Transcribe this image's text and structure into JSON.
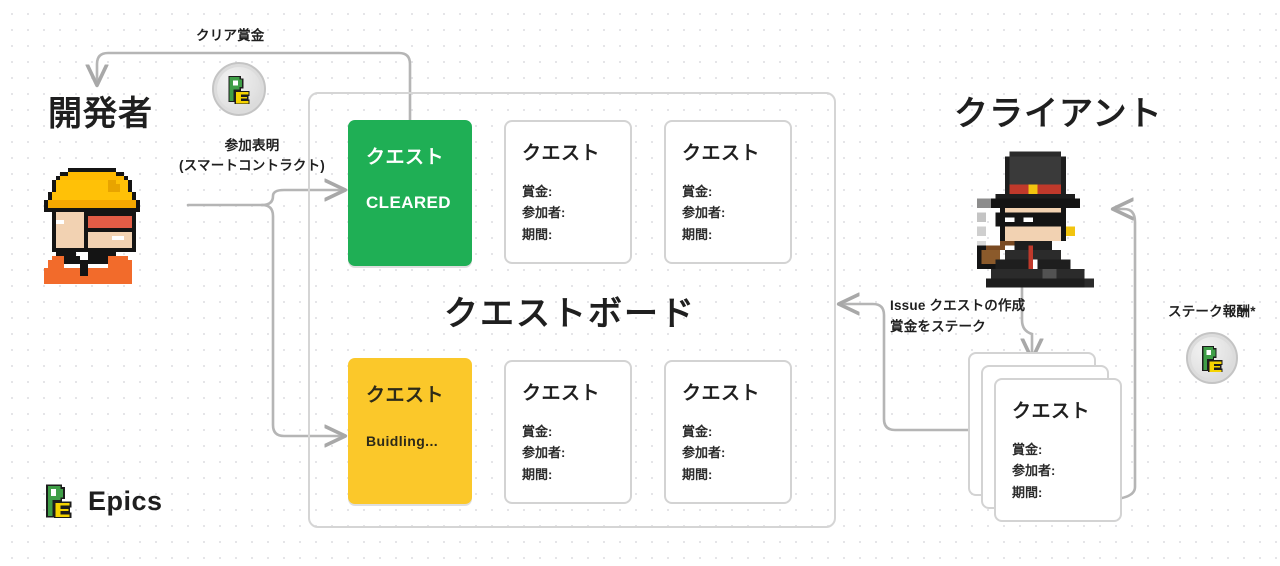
{
  "diagram": {
    "title": "Epics Quest Board Flow",
    "roles": {
      "developer": "開発者",
      "client": "クライアント"
    },
    "board": {
      "title": "クエストボード",
      "status_cards": [
        {
          "title": "クエスト",
          "state": "CLEARED",
          "color": "#1faf55",
          "name": "cleared"
        },
        {
          "title": "クエスト",
          "state": "Buidling...",
          "color": "#fbc82a",
          "name": "building"
        }
      ],
      "cards": [
        {
          "title": "クエスト",
          "fields": [
            "賞金:",
            "参加者:",
            "期間:"
          ]
        },
        {
          "title": "クエスト",
          "fields": [
            "賞金:",
            "参加者:",
            "期間:"
          ]
        },
        {
          "title": "クエスト",
          "fields": [
            "賞金:",
            "参加者:",
            "期間:"
          ]
        },
        {
          "title": "クエスト",
          "fields": [
            "賞金:",
            "参加者:",
            "期間:"
          ]
        }
      ]
    },
    "client_stack": {
      "title": "クエスト",
      "fields": [
        "賞金:",
        "参加者:",
        "期間:"
      ],
      "count": 3
    },
    "flows": {
      "clear_bounty": "クリア賞金",
      "join_declaration_line1": "参加表明",
      "join_declaration_line2": "(スマートコントラクト)",
      "issue_create_line1": "Issue クエストの作成",
      "issue_create_line2": "賞金をステーク",
      "stake_reward": "ステーク報酬*"
    },
    "brand": {
      "name": "Epics",
      "mark": "epics-logo-icon"
    },
    "icons": {
      "coin_clear": "epics-coin-icon",
      "coin_stake": "epics-coin-icon",
      "developer_avatar": "pixel-developer-avatar-icon",
      "client_avatar": "pixel-client-avatar-icon"
    },
    "colors": {
      "cleared_green": "#1faf55",
      "building_yellow": "#fbc82a",
      "border_grey": "#d3d3d3",
      "arrow_grey": "#aaaaaa",
      "text": "#1f1f1f",
      "background": "#ffffff"
    }
  }
}
